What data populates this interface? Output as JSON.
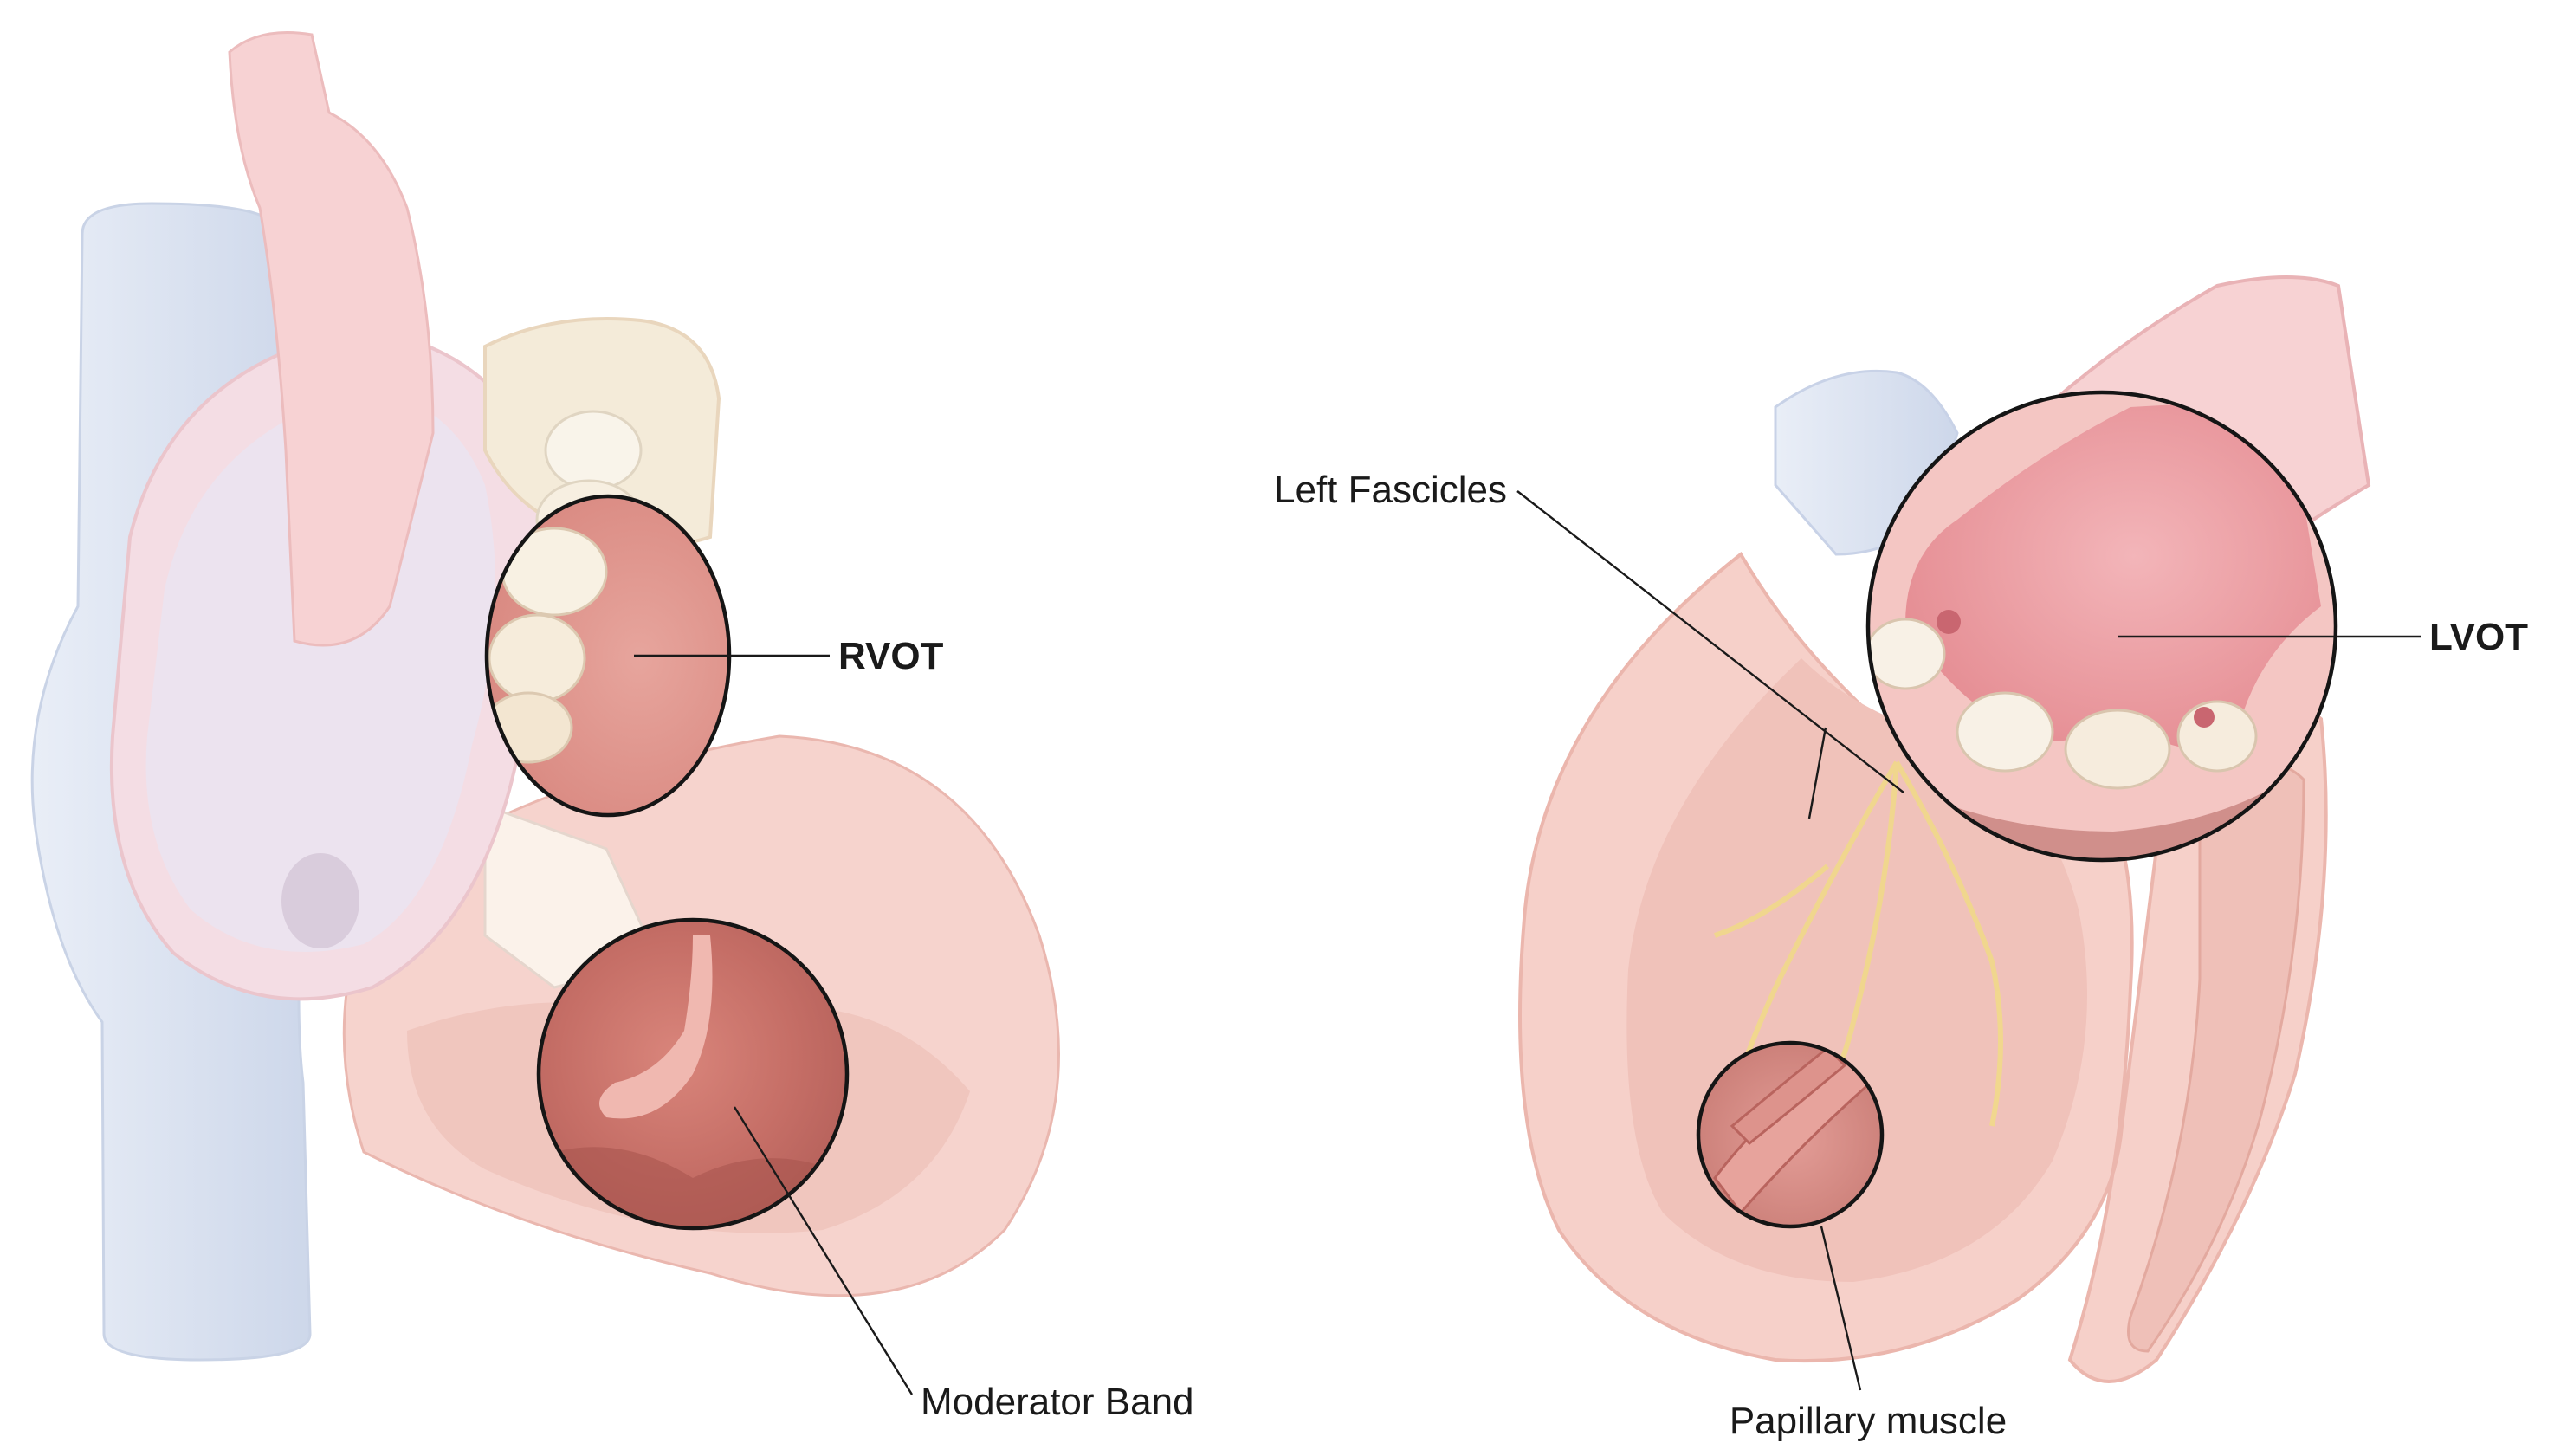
{
  "figure": {
    "left_panel": {
      "name": "right-heart-view",
      "labels": {
        "rvot": "RVOT",
        "moderator_band": "Moderator Band"
      }
    },
    "right_panel": {
      "name": "left-heart-view",
      "labels": {
        "left_fascicles": "Left Fascicles",
        "lvot": "LVOT",
        "papillary_muscle": "Papillary muscle"
      }
    }
  },
  "colors": {
    "background": "#ffffff",
    "vein_blue": "#dfe6f2",
    "myocardium_pink": "#f6d3cd",
    "myocardium_light": "#fbe4e0",
    "aorta_pink": "#f7cfd0",
    "chamber_lavender": "#ece3ef",
    "cavity_rose": "#e7aaa1",
    "zoom_red": "#c97a72",
    "outflow_rose": "#ee9ca2",
    "valve_cream": "#f6eee0",
    "conduction_yellow": "#f1d98a",
    "ring_black": "#151515"
  }
}
